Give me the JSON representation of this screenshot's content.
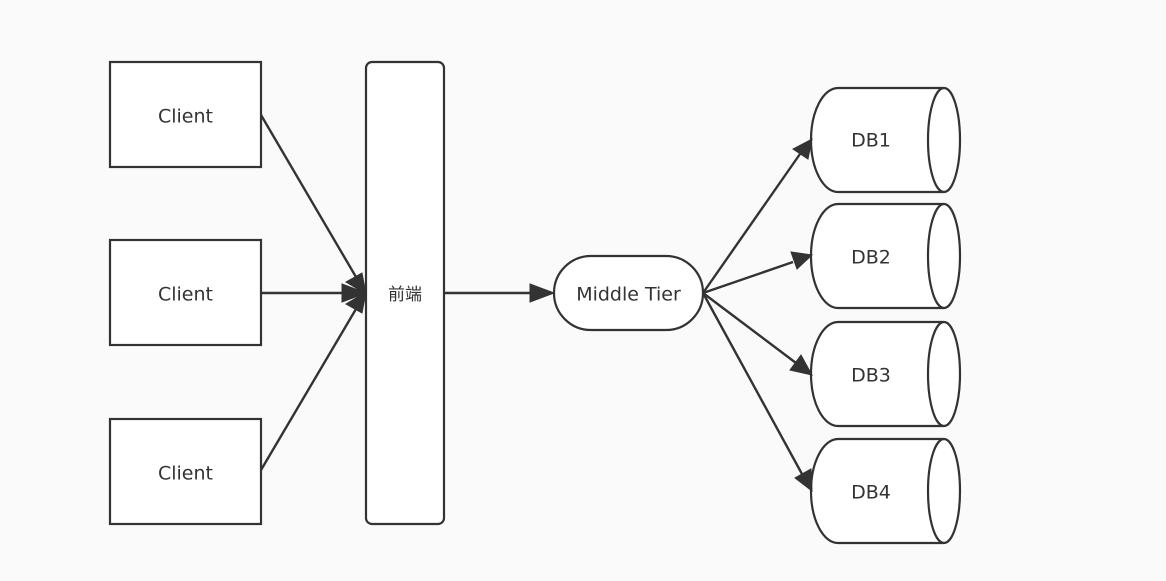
{
  "nodes": {
    "client_1": {
      "label": "Client"
    },
    "client_2": {
      "label": "Client"
    },
    "client_3": {
      "label": "Client"
    },
    "frontend": {
      "label": "前端"
    },
    "middle_tier": {
      "label": "Middle Tier"
    },
    "db1": {
      "label": "DB1"
    },
    "db2": {
      "label": "DB2"
    },
    "db3": {
      "label": "DB3"
    },
    "db4": {
      "label": "DB4"
    }
  },
  "edges": [
    {
      "from": "client_1",
      "to": "frontend"
    },
    {
      "from": "client_2",
      "to": "frontend"
    },
    {
      "from": "client_3",
      "to": "frontend"
    },
    {
      "from": "frontend",
      "to": "middle_tier"
    },
    {
      "from": "middle_tier",
      "to": "db1"
    },
    {
      "from": "middle_tier",
      "to": "db2"
    },
    {
      "from": "middle_tier",
      "to": "db3"
    },
    {
      "from": "middle_tier",
      "to": "db4"
    }
  ],
  "colors": {
    "background": "#fafafa",
    "stroke": "#333333",
    "fill": "#ffffff",
    "text": "#333333"
  }
}
